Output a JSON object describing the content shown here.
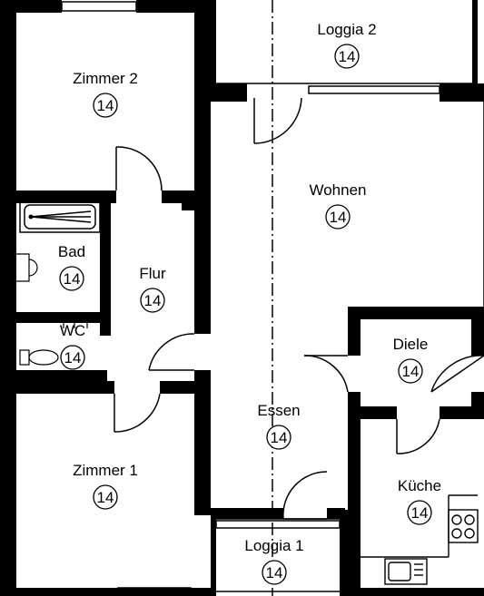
{
  "rooms": [
    {
      "id": "zimmer2",
      "name": "Zimmer 2",
      "number": "14"
    },
    {
      "id": "loggia2",
      "name": "Loggia 2",
      "number": "14"
    },
    {
      "id": "wohnen",
      "name": "Wohnen",
      "number": "14"
    },
    {
      "id": "bad",
      "name": "Bad",
      "number": "14"
    },
    {
      "id": "flur",
      "name": "Flur",
      "number": "14"
    },
    {
      "id": "wc",
      "name": "WC",
      "number": "14"
    },
    {
      "id": "diele",
      "name": "Diele",
      "number": "14"
    },
    {
      "id": "essen",
      "name": "Essen",
      "number": "14"
    },
    {
      "id": "zimmer1",
      "name": "Zimmer 1",
      "number": "14"
    },
    {
      "id": "kueche",
      "name": "Küche",
      "number": "14"
    },
    {
      "id": "loggia1",
      "name": "Loggia 1",
      "number": "14"
    }
  ]
}
